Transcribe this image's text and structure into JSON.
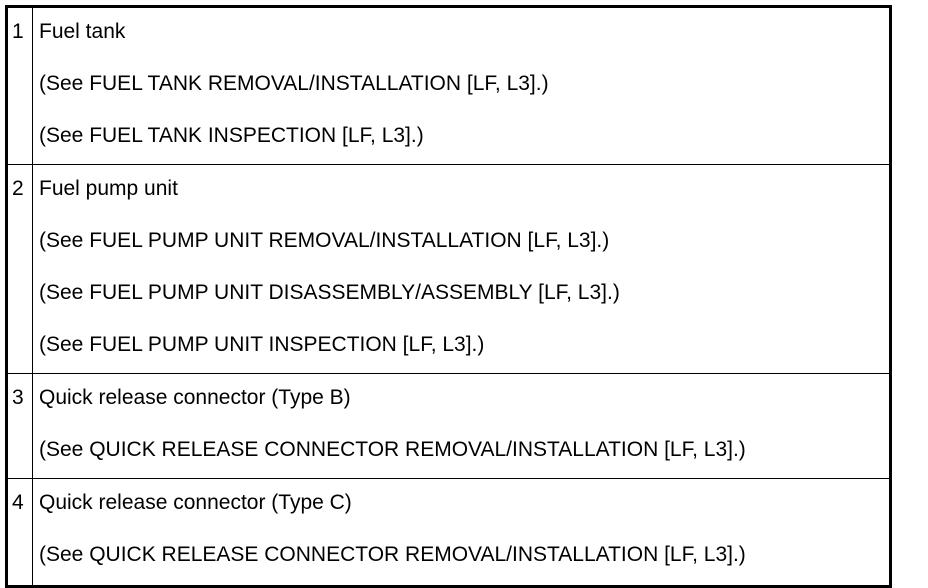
{
  "rows": [
    {
      "number": "1",
      "lines": [
        "Fuel tank",
        "(See FUEL TANK REMOVAL/INSTALLATION [LF, L3].)",
        "(See FUEL TANK INSPECTION [LF, L3].)"
      ]
    },
    {
      "number": "2",
      "lines": [
        "Fuel pump unit",
        "(See FUEL PUMP UNIT REMOVAL/INSTALLATION [LF, L3].)",
        "(See FUEL PUMP UNIT DISASSEMBLY/ASSEMBLY [LF, L3].)",
        "(See FUEL PUMP UNIT INSPECTION [LF, L3].)"
      ]
    },
    {
      "number": "3",
      "lines": [
        "Quick release connector (Type B)",
        "(See QUICK RELEASE CONNECTOR REMOVAL/INSTALLATION [LF, L3].)"
      ]
    },
    {
      "number": "4",
      "lines": [
        "Quick release connector (Type C)",
        "(See QUICK RELEASE CONNECTOR REMOVAL/INSTALLATION [LF, L3].)"
      ]
    }
  ]
}
